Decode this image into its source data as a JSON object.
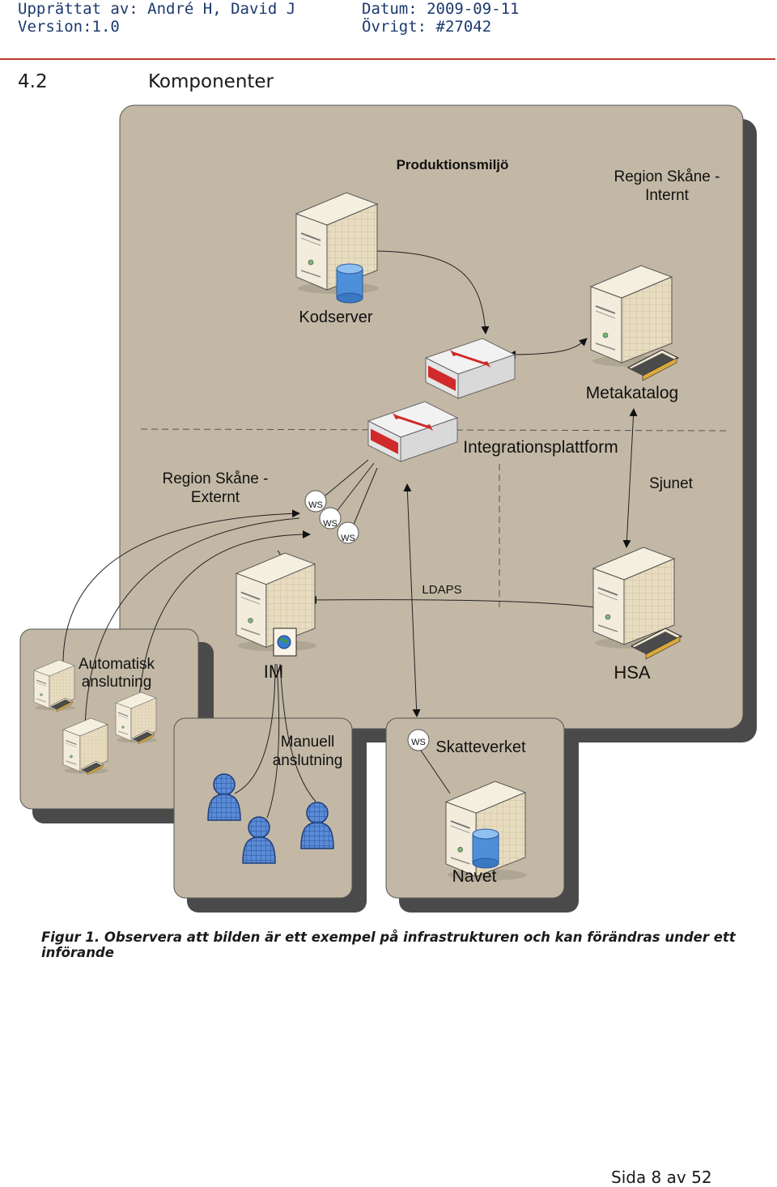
{
  "header": {
    "author": "Upprättat av: André H, David J",
    "date": "Datum: 2009-09-11",
    "version": "Version:1.0",
    "other": "Övrigt: #27042"
  },
  "section": {
    "number": "4.2",
    "title": "Komponenter"
  },
  "diagram": {
    "zone_title": "Produktionsmiljö",
    "region_internal": "Region Skåne - Internt",
    "region_internal_line1": "Region Skåne -",
    "region_internal_line2": "Internt",
    "region_external_line1": "Region Skåne -",
    "region_external_line2": "Externt",
    "kodserver": "Kodserver",
    "metakatalog": "Metakatalog",
    "integrationsplattform": "Integrationsplattform",
    "sjunet": "Sjunet",
    "ldaps": "LDAPS",
    "im": "IM",
    "hsa": "HSA",
    "automatisk_line1": "Automatisk",
    "automatisk_line2": "anslutning",
    "manuell_line1": "Manuell",
    "manuell_line2": "anslutning",
    "skatteverket": "Skatteverket",
    "navet": "Navet",
    "ws_labels": [
      "WS",
      "WS",
      "WS",
      "WS"
    ]
  },
  "caption": "Figur 1. Observera att bilden är ett exempel på infrastrukturen och kan förändras under ett införande",
  "footer": {
    "page": "Sida 8 av 52"
  },
  "colors": {
    "zone_fill": "#c3b8a5",
    "shadow": "#4a4a4a",
    "header_text": "#1c3a6e",
    "rule": "#c0392b"
  }
}
